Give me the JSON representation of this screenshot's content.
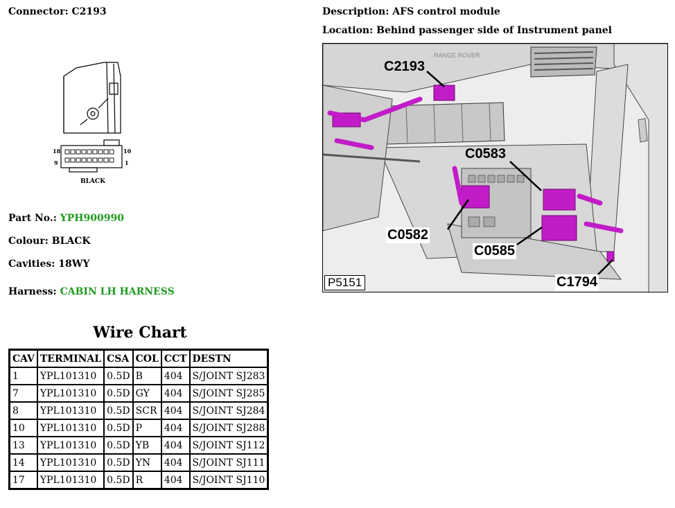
{
  "connector": {
    "label": "Connector: C2193"
  },
  "description": {
    "label": "Description: AFS control module"
  },
  "location": {
    "label": "Location: Behind passenger side of Instrument panel"
  },
  "drawing": {
    "pin_left_top": "18",
    "pin_left_bottom": "9",
    "pin_right_top": "10",
    "pin_right_bottom": "1",
    "colour_caption": "BLACK"
  },
  "part": {
    "label": "Part No.:",
    "value": "YPH900990"
  },
  "colour": {
    "label": "Colour: BLACK"
  },
  "cavities": {
    "label": "Cavities: 18WY"
  },
  "harness": {
    "label": "Harness:",
    "value": "CABIN LH HARNESS"
  },
  "photo": {
    "callouts": [
      "C2193",
      "C0583",
      "C0582",
      "C0585",
      "C1794"
    ],
    "figure_ref": "P5151",
    "brand_text": "RANGE ROVER"
  },
  "colors": {
    "green_link": "#1e9a1e",
    "connector_magenta": "#c21cc8"
  },
  "wire_chart": {
    "title": "Wire Chart",
    "headers": [
      "CAV",
      "TERMINAL",
      "CSA",
      "COL",
      "CCT",
      "DESTN"
    ],
    "rows": [
      [
        "1",
        "YPL101310",
        "0.5D",
        "B",
        "404",
        "S/JOINT SJ283"
      ],
      [
        "7",
        "YPL101310",
        "0.5D",
        "GY",
        "404",
        "S/JOINT SJ285"
      ],
      [
        "8",
        "YPL101310",
        "0.5D",
        "SCR",
        "404",
        "S/JOINT SJ284"
      ],
      [
        "10",
        "YPL101310",
        "0.5D",
        "P",
        "404",
        "S/JOINT SJ288"
      ],
      [
        "13",
        "YPL101310",
        "0.5D",
        "YB",
        "404",
        "S/JOINT SJ112"
      ],
      [
        "14",
        "YPL101310",
        "0.5D",
        "YN",
        "404",
        "S/JOINT SJ111"
      ],
      [
        "17",
        "YPL101310",
        "0.5D",
        "R",
        "404",
        "S/JOINT SJ110"
      ]
    ]
  }
}
